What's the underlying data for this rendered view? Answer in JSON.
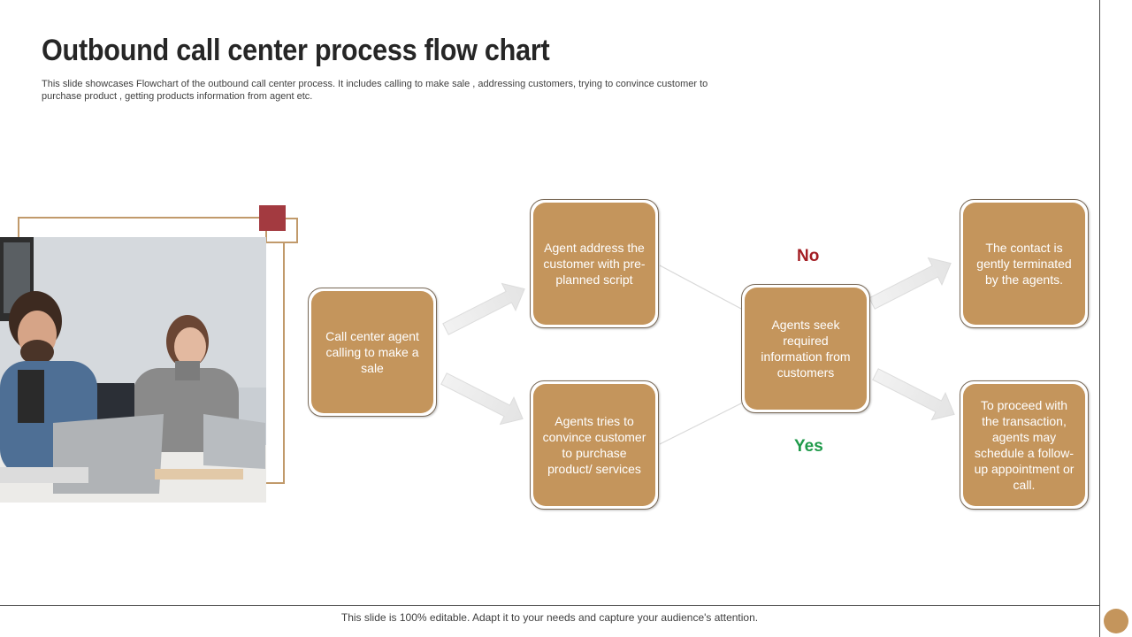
{
  "title": "Outbound call center process flow chart",
  "subtitle": "This slide showcases Flowchart of the outbound call center process. It includes calling to make sale , addressing customers, trying to convince customer to purchase product , getting products information from agent etc.",
  "footer": "This slide is 100% editable. Adapt it to your needs and capture your audience's attention.",
  "colors": {
    "node_fill": "#c4955c",
    "accent": "#a33a40",
    "no": "#a31d23",
    "yes": "#1f9a4a"
  },
  "nodes": {
    "start": "Call center agent calling to make a sale",
    "address": "Agent address the customer with pre-planned script",
    "convince": "Agents tries to convince customer to purchase product/ services",
    "seek": "Agents seek required information from customers",
    "terminate": "The contact is gently terminated by the agents.",
    "proceed": "To proceed with the transaction, agents may schedule a follow-up appointment or call."
  },
  "decisions": {
    "no": "No",
    "yes": "Yes"
  }
}
